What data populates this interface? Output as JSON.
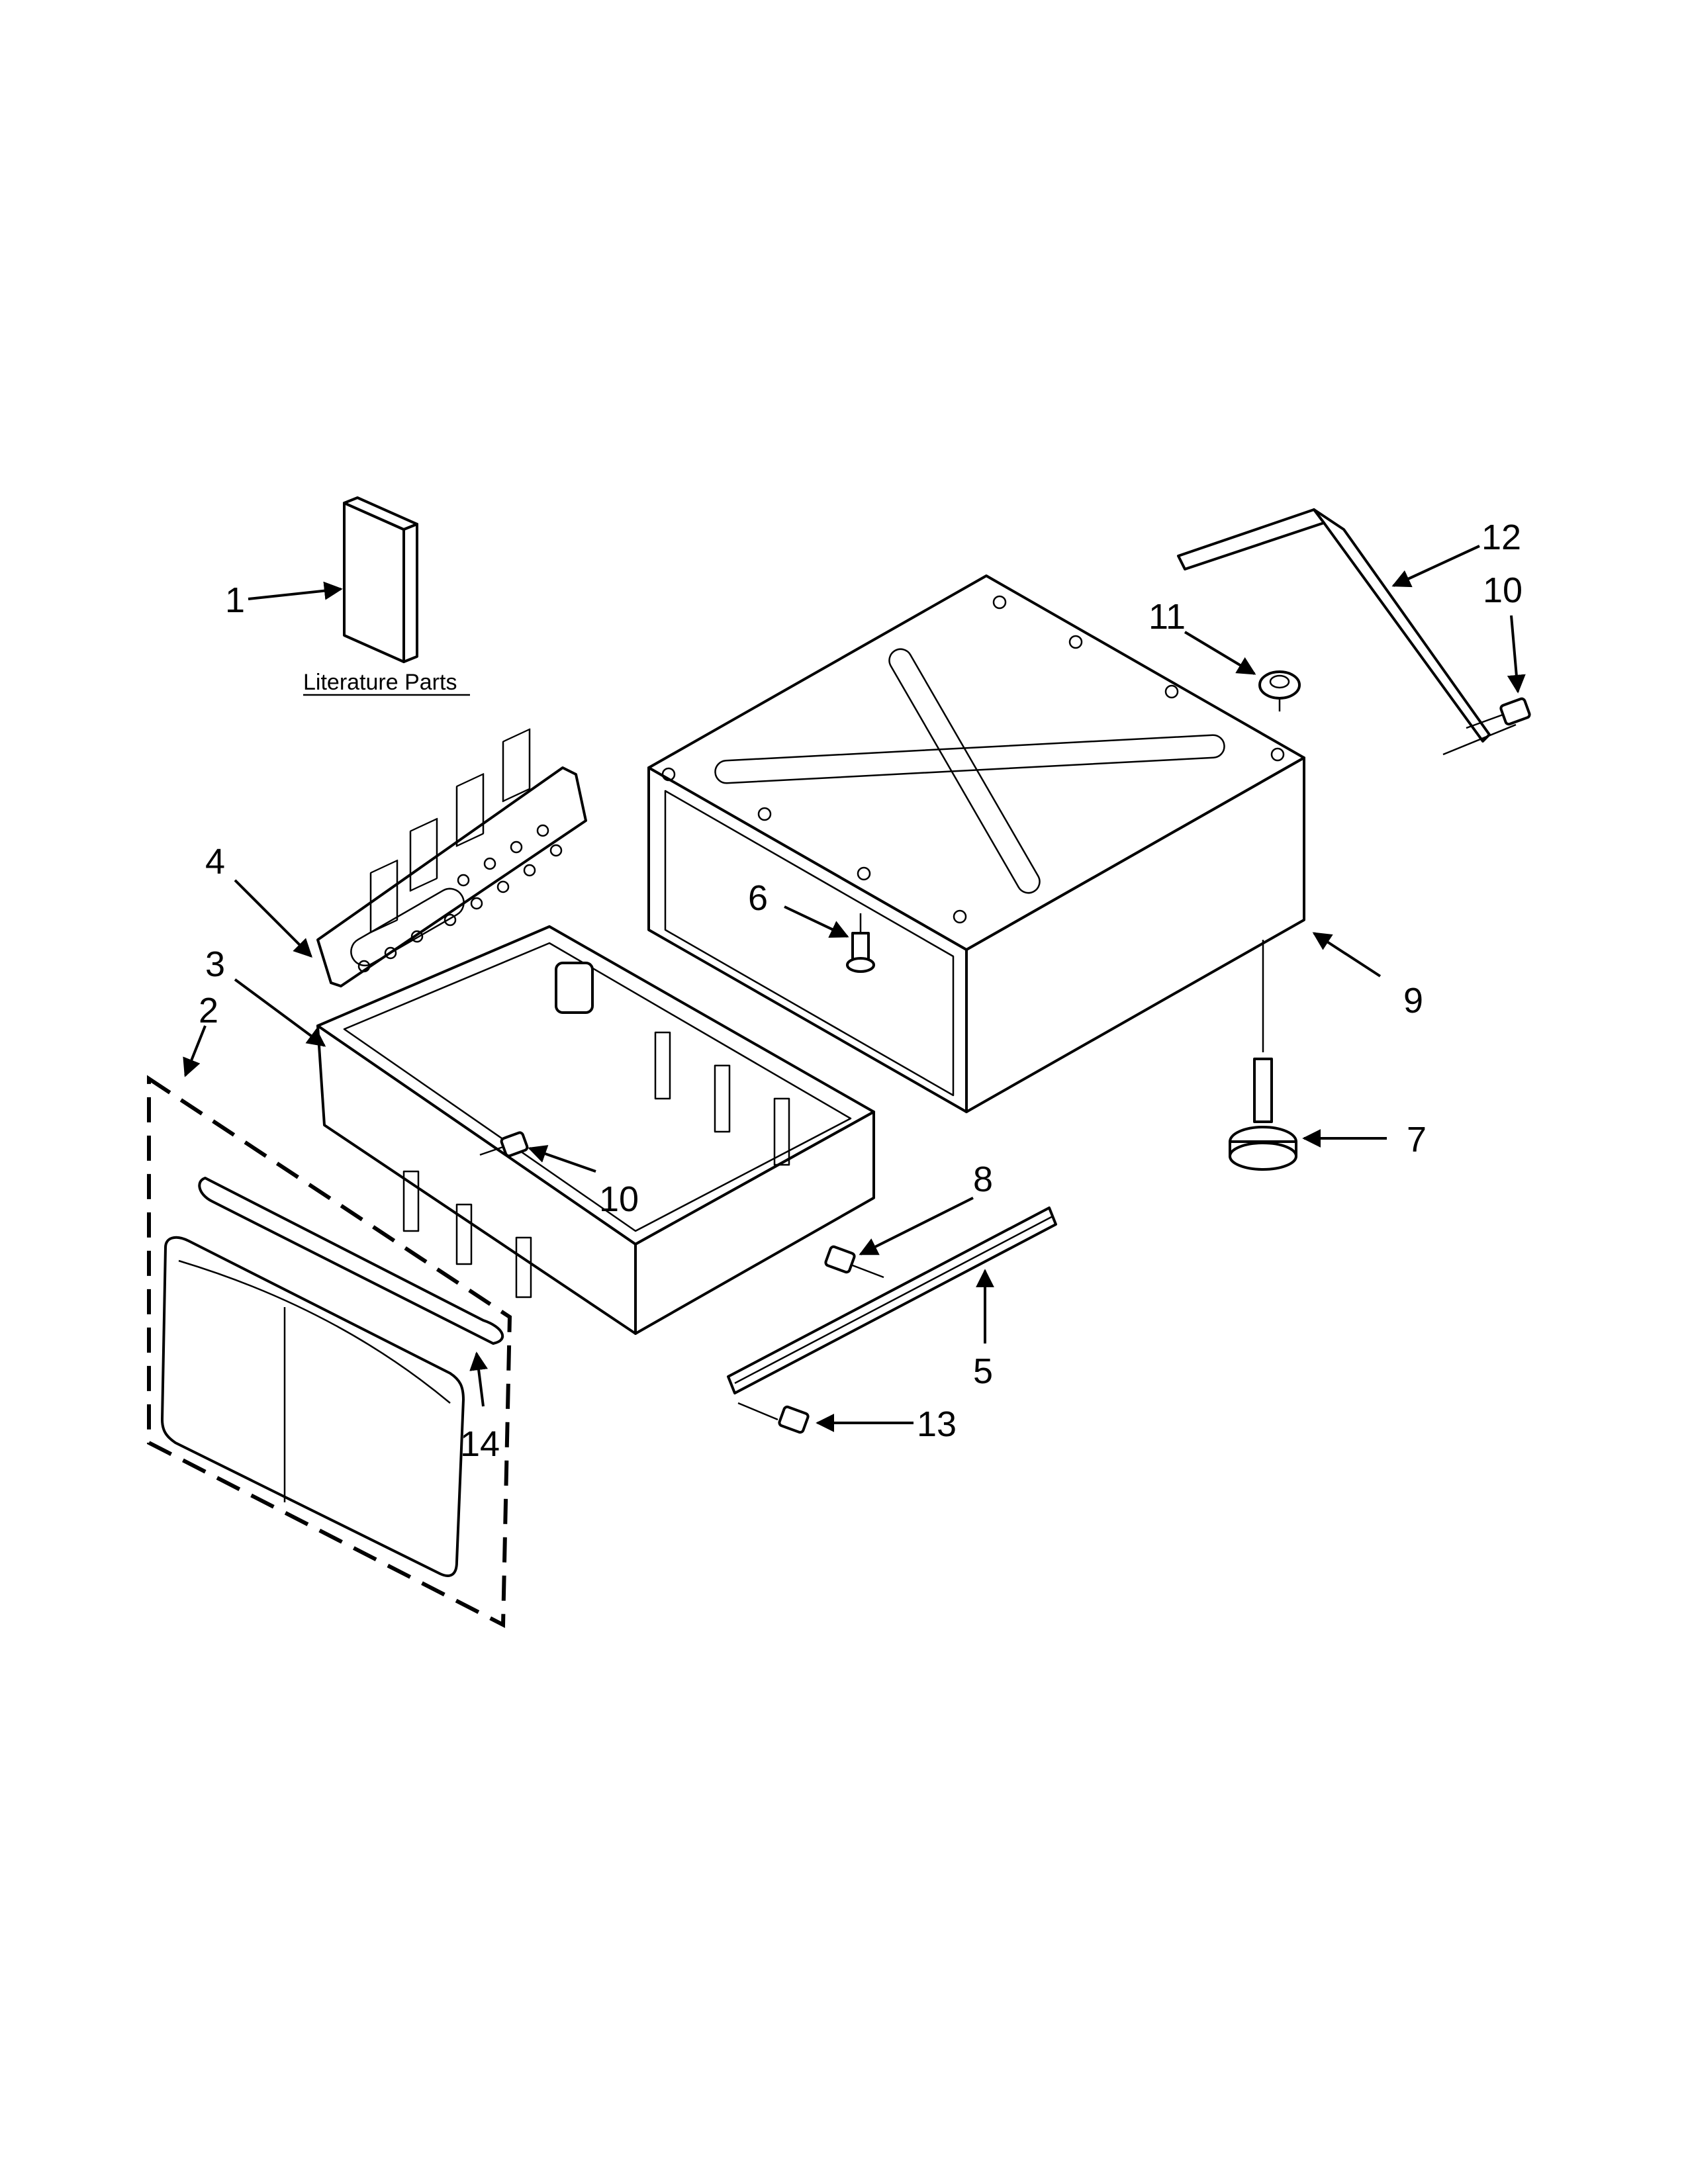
{
  "callouts": {
    "c1": "1",
    "c2": "2",
    "c3": "3",
    "c4": "4",
    "c5": "5",
    "c6": "6",
    "c7": "7",
    "c8": "8",
    "c9": "9",
    "c10a": "10",
    "c10b": "10",
    "c11": "11",
    "c12": "12",
    "c13": "13",
    "c14": "14"
  },
  "literature": {
    "caption": "Literature Parts"
  }
}
